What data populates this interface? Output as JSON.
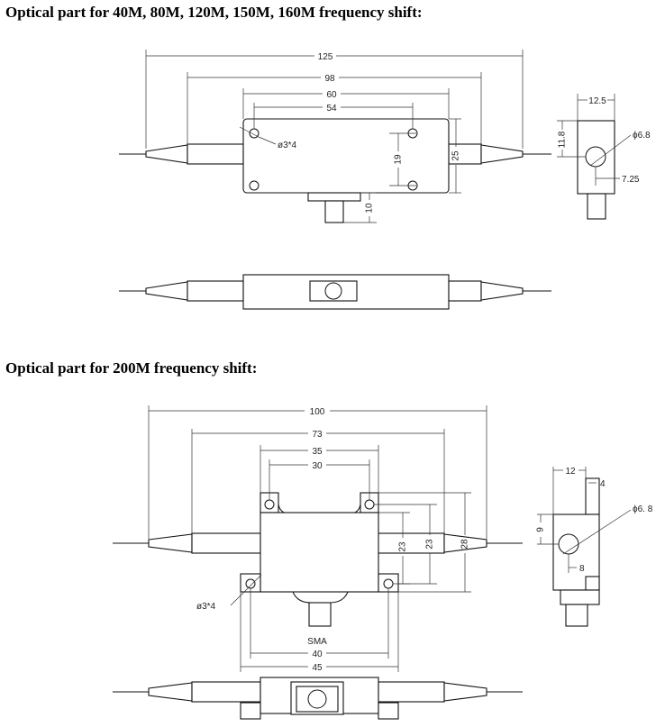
{
  "heading_1": "Optical part for 40M,  80M, 120M, 150M, 160M frequency shift:",
  "heading_2": "Optical part for 200M frequency shift:",
  "drawing_1": {
    "dim_125": "125",
    "dim_98": "98",
    "dim_60": "60",
    "dim_54": "54",
    "dim_19": "19",
    "dim_25": "25",
    "dim_10": "10",
    "hole_label": "ø3*4",
    "side_12_5": "12.5",
    "side_11_8": "11.8",
    "side_phi_6_8": "ϕ6.8",
    "side_7_25": "7.25"
  },
  "drawing_2": {
    "dim_100": "100",
    "dim_73": "73",
    "dim_35": "35",
    "dim_30": "30",
    "dim_23a": "23",
    "dim_23b": "23",
    "dim_28": "28",
    "hole_label": "ø3*4",
    "connector_label": "SMA",
    "dim_40": "40",
    "dim_45": "45",
    "side_12": "12",
    "side_4": "4",
    "side_9": "9",
    "side_8": "8",
    "side_phi_6_8": "ϕ6. 8"
  }
}
